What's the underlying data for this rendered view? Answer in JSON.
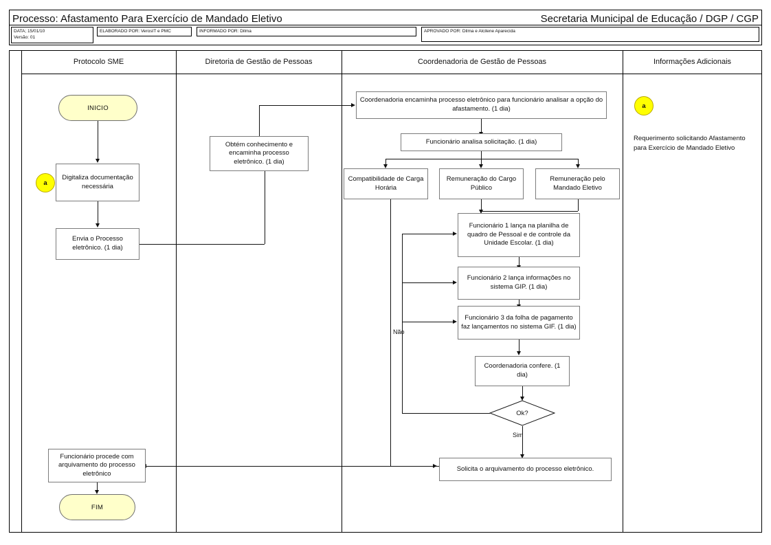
{
  "header": {
    "process_title": "Processo: Afastamento Para Exercício de Mandado Eletivo",
    "org_title": "Secretaria Municipal de Educação  / DGP / CGP",
    "meta": {
      "data_line1": "DATA; 15/01/10",
      "data_line2": "Versão: 01",
      "elaborado": "ELABORADO POR: VerosIT e PMC",
      "informado": "INFORMADO POR: Dilma",
      "aprovado": "APROVADO POR: Dilma e Alcilene Aparecida"
    }
  },
  "lanes": [
    {
      "id": "protocolo",
      "label": "Protocolo SME"
    },
    {
      "id": "diretoria",
      "label": "Diretoria de Gestão de Pessoas"
    },
    {
      "id": "coordenadoria",
      "label": "Coordenadoria de Gestão de Pessoas"
    },
    {
      "id": "informacoes",
      "label": "Informações Adicionais"
    }
  ],
  "nodes": {
    "inicio": "INICIO",
    "digitaliza": "Digitaliza documentação necessária",
    "conn_a_left": "a",
    "envia": "Envia o Processo eletrônico. (1 dia)",
    "obtem": "Obtém conhecimento e encaminha processo eletrônico. (1 dia)",
    "coord_encaminha": "Coordenadoria encaminha processo eletrônico para funcionário analisar a opção do afastamento. (1 dia)",
    "func_analisa": "Funcionário analisa solicitação. (1 dia)",
    "compatibilidade": "Compatibilidade de Carga Horária",
    "remun_cargo": "Remuneração do Cargo Público",
    "remun_mandado": "Remuneração pelo Mandado Eletivo",
    "func1": "Funcionário 1 lança na planilha de quadro de Pessoal e de controle da Unidade Escolar. (1 dia)",
    "func2": "Funcionário 2 lança informações no sistema GIP. (1 dia)",
    "func3": "Funcionário 3 da folha de pagamento faz lançamentos  no sistema GIF. (1 dia)",
    "coord_confere": "Coordenadoria confere. (1 dia)",
    "decisao_ok": "Ok?",
    "solicita_arquivamento": "Solicita o arquivamento do processo eletrônico.",
    "func_procede": "Funcionário procede com arquivamento do processo eletrônico",
    "fim": "FIM",
    "conn_a_right": "a",
    "nota_right": "Requerimento solicitando Afastamento para Exercício de Mandado Eletivo"
  },
  "edge_labels": {
    "nao": "Não",
    "sim": "Sim"
  },
  "colors": {
    "terminator_fill": "#ffffca",
    "connector_fill": "#ffff00",
    "box_border": "#7b7b7b",
    "line": "#111111"
  }
}
